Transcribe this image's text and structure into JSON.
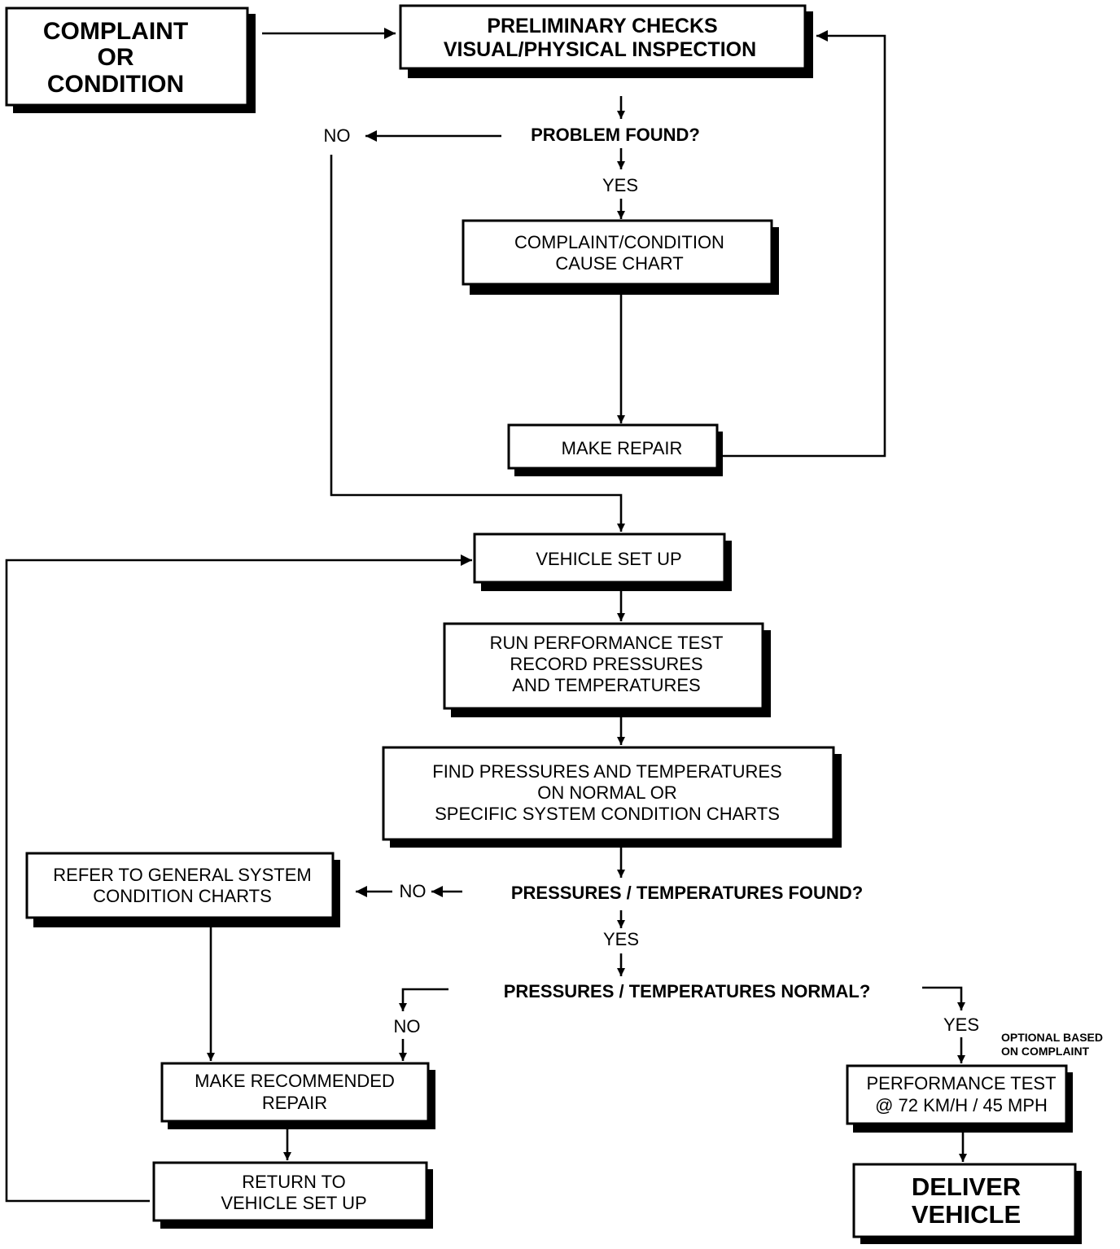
{
  "boxes": {
    "complaint": [
      "COMPLAINT",
      "OR",
      "CONDITION"
    ],
    "preliminary": [
      "PRELIMINARY CHECKS",
      "VISUAL/PHYSICAL INSPECTION"
    ],
    "cause_chart": [
      "COMPLAINT/CONDITION",
      "CAUSE CHART"
    ],
    "make_repair": [
      "MAKE REPAIR"
    ],
    "vehicle_set_up": [
      "VEHICLE SET UP"
    ],
    "run_test": [
      "RUN PERFORMANCE TEST",
      "RECORD PRESSURES",
      "AND TEMPERATURES"
    ],
    "find_pressures": [
      "FIND PRESSURES AND TEMPERATURES",
      "ON NORMAL OR",
      "SPECIFIC SYSTEM CONDITION CHARTS"
    ],
    "refer_general": [
      "REFER TO  GENERAL SYSTEM",
      "CONDITION CHARTS"
    ],
    "make_recommended": [
      "MAKE RECOMMENDED",
      "REPAIR"
    ],
    "return_setup": [
      "RETURN TO",
      "VEHICLE SET UP"
    ],
    "performance_test": [
      "PERFORMANCE TEST",
      "@ 72 KM/H / 45 MPH"
    ],
    "deliver": [
      "DELIVER",
      "VEHICLE"
    ]
  },
  "decisions": {
    "problem_found": "PROBLEM FOUND?",
    "pt_found": "PRESSURES / TEMPERATURES FOUND?",
    "pt_normal": "PRESSURES / TEMPERATURES NORMAL?"
  },
  "labels": {
    "no": "NO",
    "yes": "YES",
    "optional": [
      "OPTIONAL BASED",
      "ON COMPLAINT"
    ]
  }
}
